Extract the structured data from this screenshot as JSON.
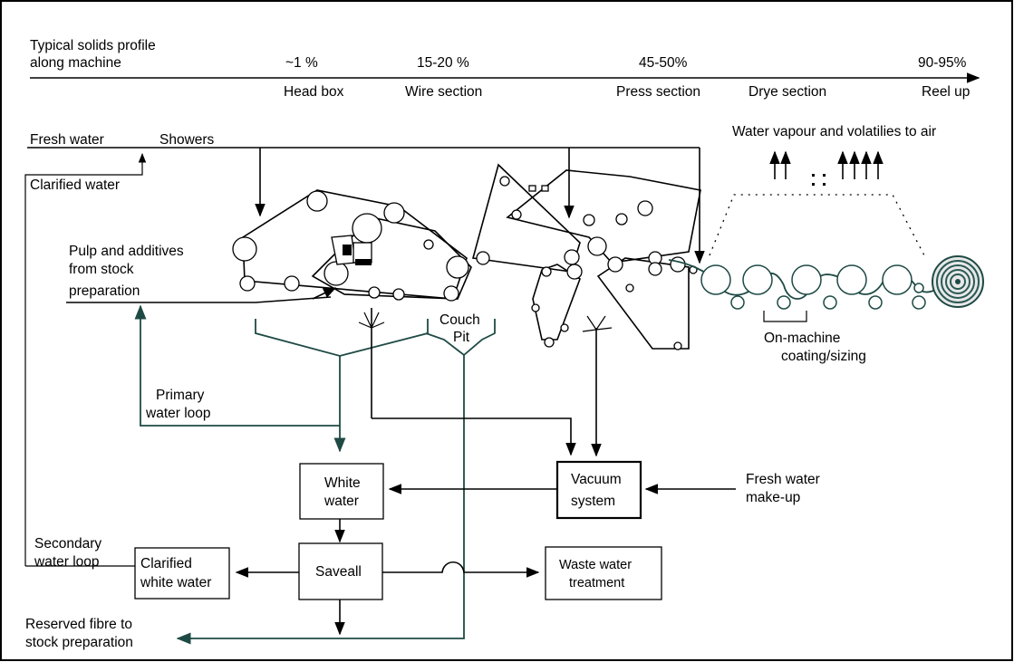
{
  "profile": {
    "title_line1": "Typical solids profile",
    "title_line2": "along machine",
    "solids": [
      "~1 %",
      "15-20 %",
      "45-50%",
      "90-95%"
    ],
    "sections": [
      "Head box",
      "Wire section",
      "Press section",
      "Drye section",
      "Reel up"
    ]
  },
  "labels": {
    "fresh_water": "Fresh water",
    "showers": "Showers",
    "clarified_water": "Clarified water",
    "vapour": "Water vapour and volatilies to air",
    "pulp_line1": "Pulp and additives",
    "pulp_line2": "from stock",
    "pulp_line3": "preparation",
    "couch_line1": "Couch",
    "couch_line2": "Pit",
    "coating_line1": "On-machine",
    "coating_line2": "coating/sizing",
    "primary_line1": "Primary",
    "primary_line2": "water loop",
    "fresh_makeup_line1": "Fresh water",
    "fresh_makeup_line2": "make-up",
    "secondary_line1": "Secondary",
    "secondary_line2": "water loop",
    "reserved_line1": "Reserved fibre to",
    "reserved_line2": "stock preparation"
  },
  "boxes": {
    "white_water_line1": "White",
    "white_water_line2": "water",
    "vacuum_line1": "Vacuum",
    "vacuum_line2": "system",
    "saveall": "Saveall",
    "clarified_ww_line1": "Clarified",
    "clarified_ww_line2": "white water",
    "waste_line1": "Waste water",
    "waste_line2": "treatment"
  },
  "colors": {
    "process_line": "#000000",
    "water_loop_line": "#1e4a45"
  }
}
